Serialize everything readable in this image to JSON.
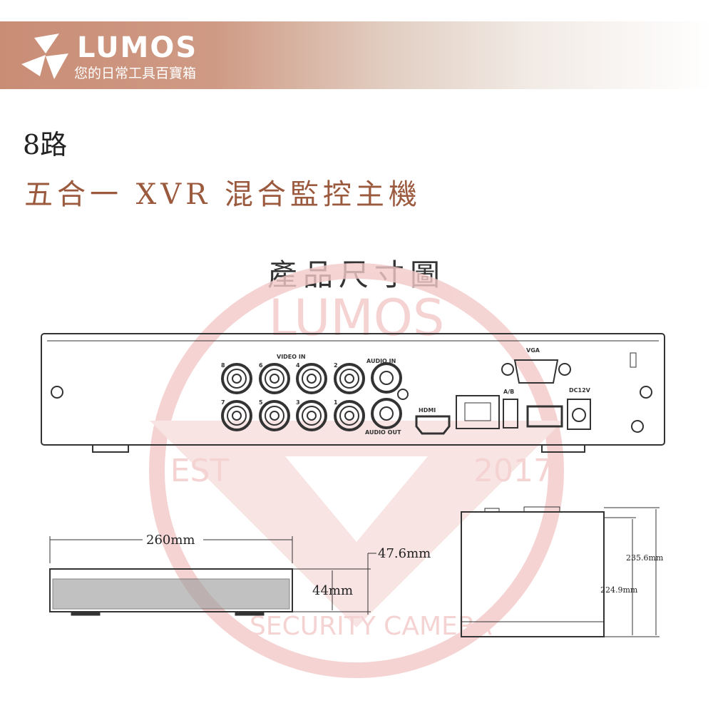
{
  "header": {
    "brand": "LUMOS",
    "slogan": "您的日常工具百寶箱"
  },
  "title": {
    "channels": "8路",
    "product": "五合一 XVR 混合監控主機",
    "section": "產品尺寸圖"
  },
  "watermark": {
    "text": "LUMOS",
    "est": "EST",
    "year": "2017",
    "subtitle": "SECURITY CAMERA",
    "color": "#f3c9c9"
  },
  "rear_panel": {
    "video_in": "VIDEO IN",
    "video_channels": [
      "8",
      "6",
      "4",
      "2",
      "7",
      "5",
      "3",
      "1"
    ],
    "audio_in": "AUDIO IN",
    "audio_out": "AUDIO OUT",
    "vga": "VGA",
    "hdmi": "HDMI",
    "rs485": "A/B",
    "power": "DC12V"
  },
  "dimensions": {
    "width": "260mm",
    "height": "44mm",
    "height_with_feet": "47.6mm",
    "depth_total": "235.6mm",
    "depth_body": "224.9mm"
  },
  "colors": {
    "accent": "#9b5a3e",
    "banner": "#c98d76"
  }
}
